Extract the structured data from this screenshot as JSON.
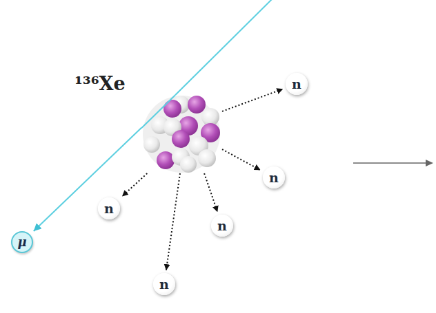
{
  "diagram": {
    "nodes": [
      {
        "text": [
          "¹³⁶Xe"
        ]
      },
      {
        "text": [
          "n"
        ]
      },
      {
        "text": [
          "n"
        ]
      },
      {
        "text": [
          "n"
        ]
      },
      {
        "text": [
          "n"
        ]
      },
      {
        "text": [
          "μ"
        ]
      },
      {
        "text": [
          "n"
        ]
      }
    ],
    "edges": [
      {
        "from": 0,
        "to": 5,
        "arrow": "to"
      },
      {
        "from": 0,
        "to": 1,
        "arrow": "to"
      },
      {
        "from": 0,
        "to": 2,
        "arrow": "to"
      },
      {
        "from": 0,
        "to": 3,
        "arrow": "to"
      },
      {
        "from": 0,
        "to": 4,
        "arrow": "to"
      },
      {
        "from": 0,
        "to": 6,
        "arrow": "to"
      }
    ]
  }
}
